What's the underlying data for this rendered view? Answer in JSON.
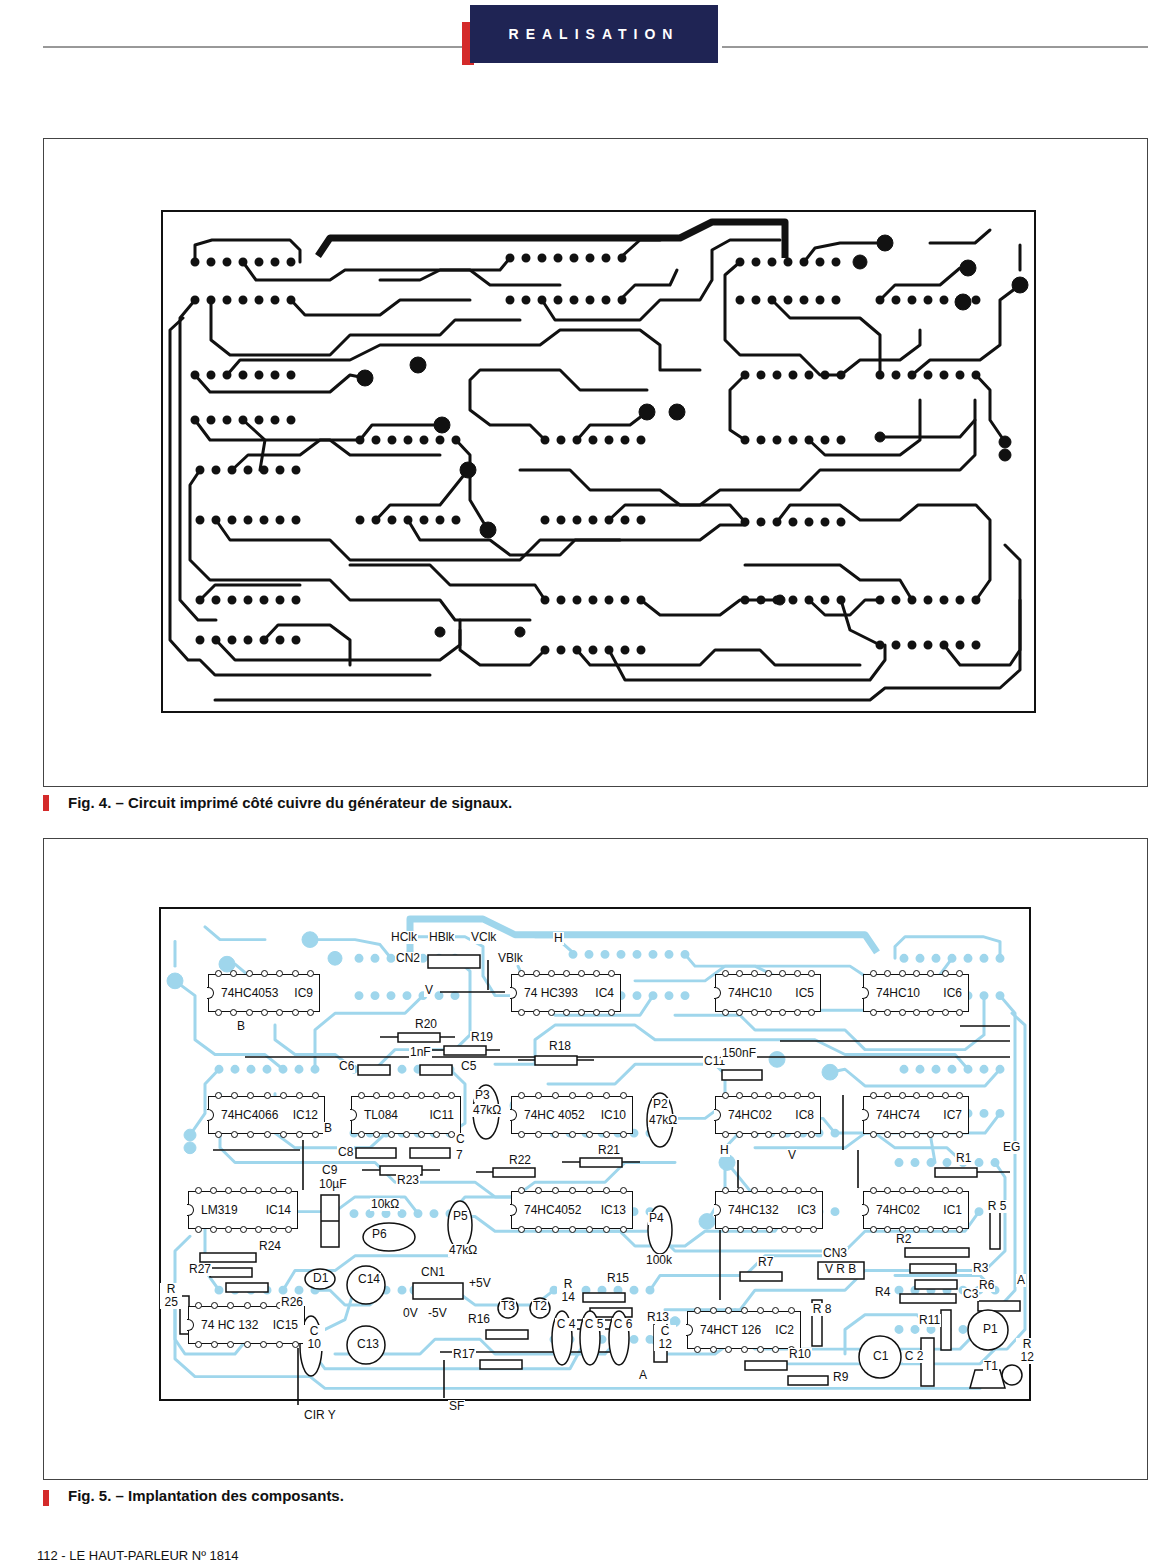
{
  "diagram": {
    "nodes": [
      {
        "text": [
          "REALISATION"
        ]
      },
      {
        "text": [
          "Fig. 4. – Circuit imprimé côté cuivre du générateur de signaux."
        ]
      },
      {
        "text": [
          "Fig. 5. – Implantation des composants."
        ]
      },
      {
        "text": [
          "74HC4053",
          "IC9"
        ],
        "in": 2
      },
      {
        "text": [
          "74 HC393",
          "IC4"
        ],
        "in": 2
      },
      {
        "text": [
          "74HC10",
          "IC5"
        ],
        "in": 2
      },
      {
        "text": [
          "74HC10",
          "IC6"
        ],
        "in": 2
      },
      {
        "text": [
          "74HC4066",
          "IC12"
        ],
        "in": 2
      },
      {
        "text": [
          "TL084",
          "IC11"
        ],
        "in": 2
      },
      {
        "text": [
          "74HC 4052",
          "IC10"
        ],
        "in": 2
      },
      {
        "text": [
          "74HC02",
          "IC8"
        ],
        "in": 2
      },
      {
        "text": [
          "74HC74",
          "IC7"
        ],
        "in": 2
      },
      {
        "text": [
          "LM319",
          "IC14"
        ],
        "in": 2
      },
      {
        "text": [
          "74HC4052",
          "IC13"
        ],
        "in": 2
      },
      {
        "text": [
          "74HC132",
          "IC3"
        ],
        "in": 2
      },
      {
        "text": [
          "74HC02",
          "IC1"
        ],
        "in": 2
      },
      {
        "text": [
          "74 HC 132",
          "IC15"
        ],
        "in": 2
      },
      {
        "text": [
          "74HCT 126",
          "IC2"
        ],
        "in": 2
      }
    ],
    "labels": [
      "HClk",
      "HBlk",
      "VClk",
      "CN2",
      "VBlk",
      "H",
      "V",
      "B",
      "R20",
      "1nF",
      "R19",
      "C6",
      "C5",
      "R18",
      "C11",
      "150nF",
      "P3",
      "47kΩ",
      "P2",
      "47kΩ",
      "B",
      "C",
      "C8",
      "7",
      "R23",
      "R22",
      "R21",
      "H",
      "V",
      "EG",
      "R1",
      "C9",
      "10µF",
      "10kΩ",
      "P6",
      "P5",
      "47kΩ",
      "P4",
      "100k",
      "R 5",
      "R24",
      "R27",
      "R26",
      "R 25",
      "D1",
      "C14",
      "CN1",
      "+5V",
      "0V",
      "-5V",
      "T3",
      "T2",
      "R 14",
      "R15",
      "R13",
      "R16",
      "R17",
      "C13",
      "C 10",
      "C 4",
      "C 5",
      "C 6",
      "C 12",
      "A",
      "CN3",
      "V R B",
      "R7",
      "R2",
      "R3",
      "R6",
      "R4",
      "A",
      "C3",
      "R 8",
      "R10",
      "R9",
      "R11",
      "P1",
      "C1",
      "C 2",
      "R 12",
      "T1",
      "CIR Y",
      "SF",
      "112 - LE HAUT-PARLEUR Nº 1814"
    ]
  }
}
